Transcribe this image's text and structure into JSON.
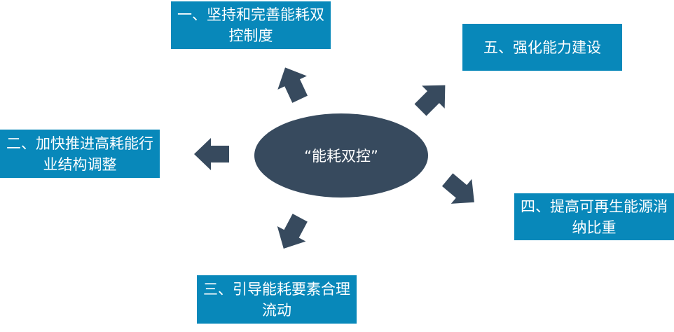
{
  "center": {
    "label": "“能耗双控”"
  },
  "items": [
    {
      "label": "一、坚持和完善能耗双控制度"
    },
    {
      "label": "二、加快推进高耗能行业结构调整"
    },
    {
      "label": "三、引导能耗要素合理流动"
    },
    {
      "label": "四、提高可再生能源消纳比重"
    },
    {
      "label": "五、强化能力建设"
    }
  ],
  "colors": {
    "box": "#0888ba",
    "dark": "#374a5e",
    "text": "#ffffff"
  }
}
